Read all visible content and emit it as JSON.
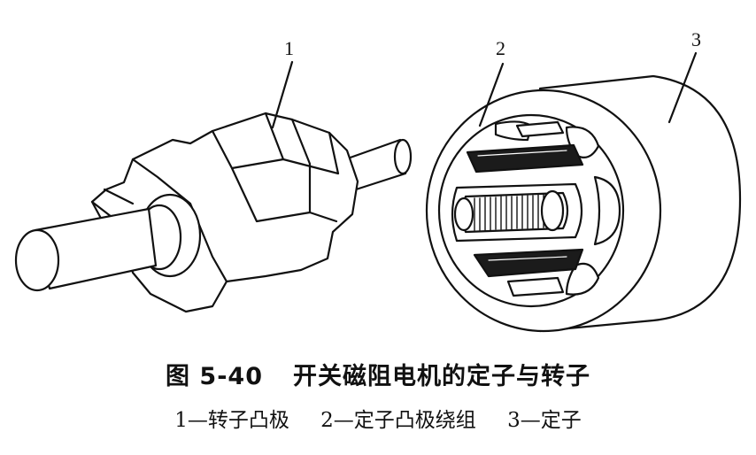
{
  "figure": {
    "labels": [
      "1",
      "2",
      "3"
    ]
  },
  "caption": {
    "number": "图 5-40",
    "title": "开关磁阻电机的定子与转子"
  },
  "legend": {
    "items": [
      "1—转子凸极",
      "2—定子凸极绕组",
      "3—定子"
    ]
  }
}
